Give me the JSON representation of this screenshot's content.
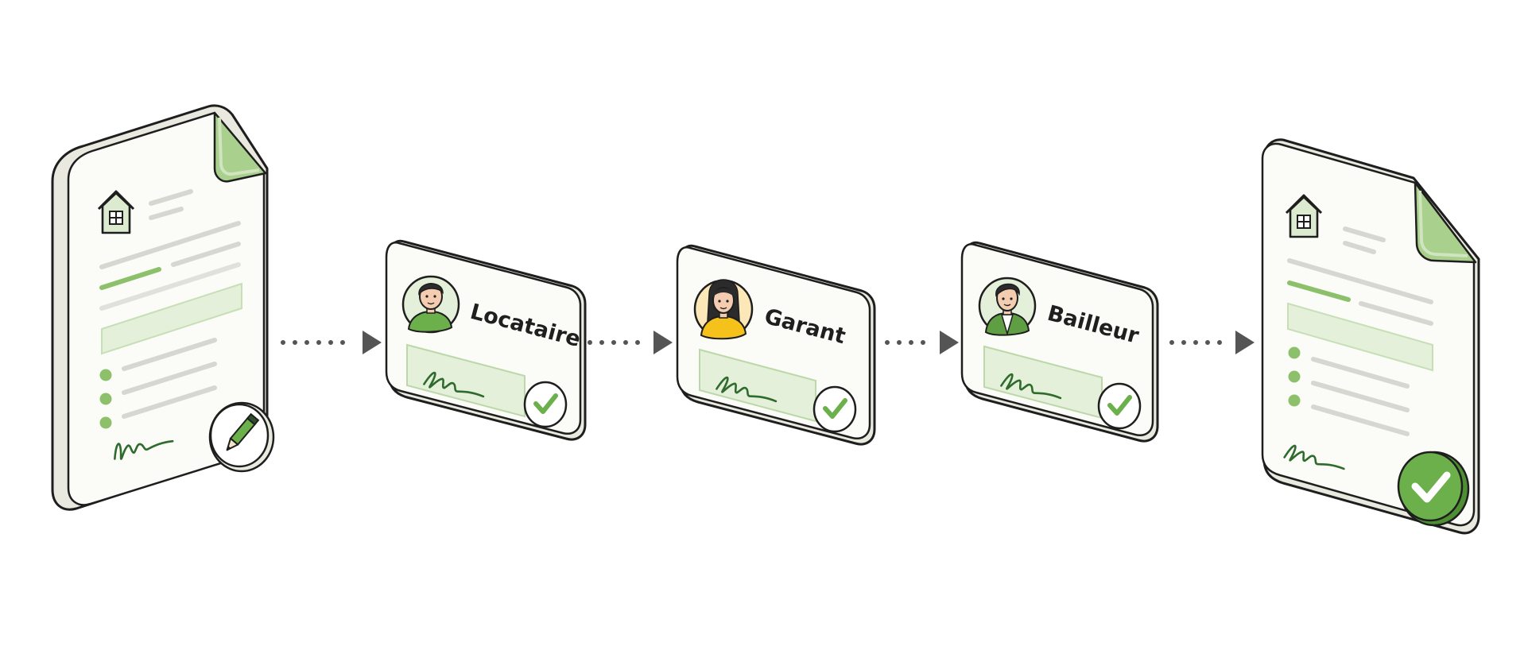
{
  "flow": {
    "steps": [
      {
        "role": "signer",
        "label": "Locataire",
        "status": "signed"
      },
      {
        "role": "signer",
        "label": "Garant",
        "status": "signed"
      },
      {
        "role": "signer",
        "label": "Bailleur",
        "status": "signed"
      }
    ],
    "start_document": {
      "icons": [
        "house-icon",
        "pencil-icon",
        "signature-icon"
      ]
    },
    "end_document": {
      "icons": [
        "house-icon",
        "checkmark-icon",
        "signature-icon"
      ]
    }
  },
  "colors": {
    "accent_green": "#6cb04c",
    "light_green": "#e4f0da",
    "outline": "#1e1e1e",
    "paper": "#fbfbf7",
    "connector": "#555555",
    "avatar_yellow": "#f5c21b"
  }
}
